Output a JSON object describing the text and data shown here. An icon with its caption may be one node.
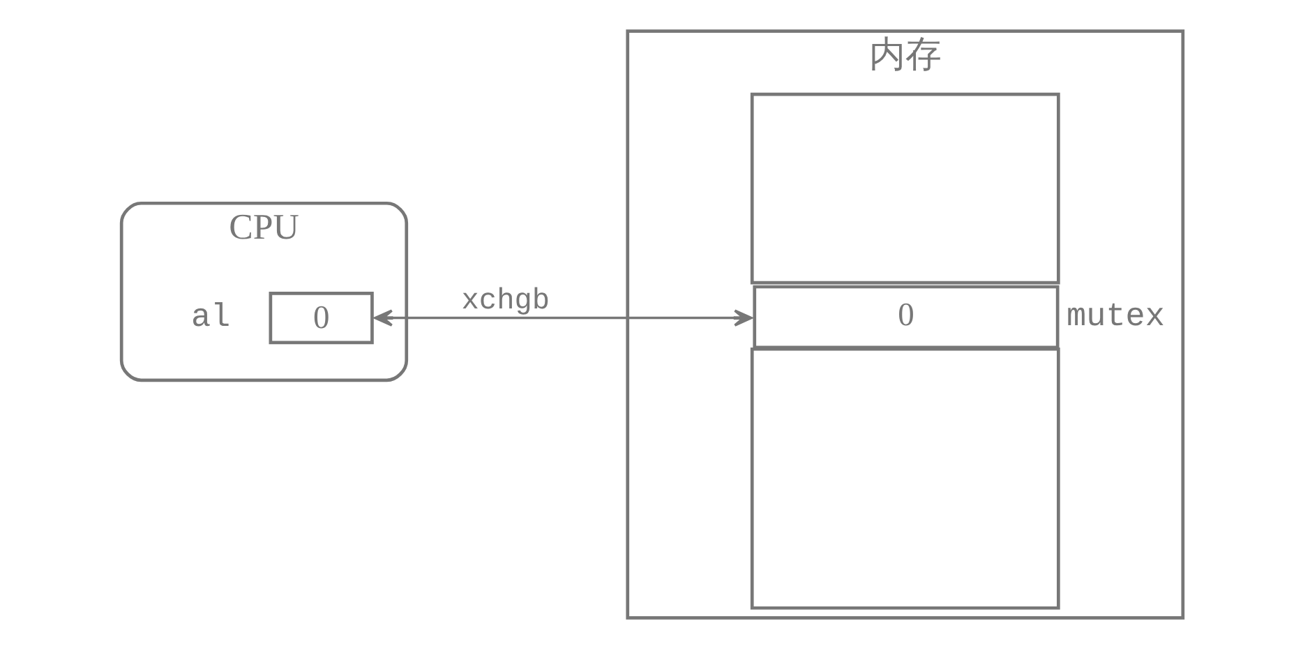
{
  "diagram": {
    "nodes": [
      {
        "text": [
          "CPU"
        ]
      },
      {
        "text": [
          "0"
        ],
        "in": 0,
        "beside": [
          "al"
        ]
      },
      {
        "text": [
          "内存"
        ]
      },
      {
        "text": [],
        "shape": "box",
        "in": 2
      },
      {
        "text": [
          "0"
        ],
        "in": 2,
        "beside": [
          "mutex"
        ]
      },
      {
        "text": [],
        "shape": "box",
        "in": 2
      }
    ],
    "edges": [
      {
        "from": 1,
        "to": 4,
        "arrow": "both",
        "label": "xchgb"
      }
    ]
  }
}
